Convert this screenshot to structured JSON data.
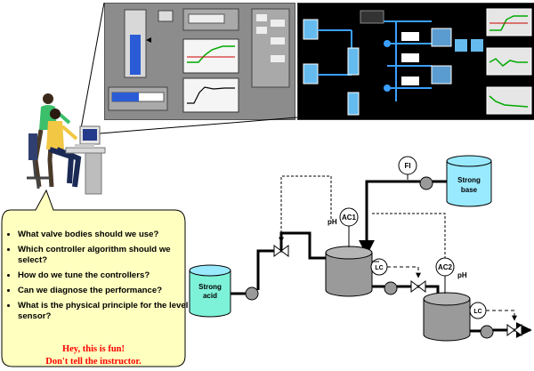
{
  "bubble": {
    "questions": [
      "What valve bodies should we use?",
      "Which controller algorithm should we select?",
      "How do we tune the controllers?",
      "Can we diagnose the performance?",
      "What is the physical principle for the level sensor?"
    ],
    "fun_line1": "Hey, this is fun!",
    "fun_line2": "Don't tell the instructor."
  },
  "process": {
    "tank_acid": "Strong acid",
    "tank_base": "Strong base",
    "flow_indicator": "FI",
    "analyzer1": "AC1",
    "analyzer2": "AC2",
    "level1": "LC",
    "level2": "LC",
    "ph1": "pH",
    "ph2": "pH"
  },
  "colors": {
    "bubble_fill": "#ffffc0",
    "tank_top": "#7ef2d8",
    "tank_base": "#99eaff",
    "vessel": "#9a9a9a",
    "hmi_bg": "#000000",
    "alert_text": "#ff0000"
  }
}
